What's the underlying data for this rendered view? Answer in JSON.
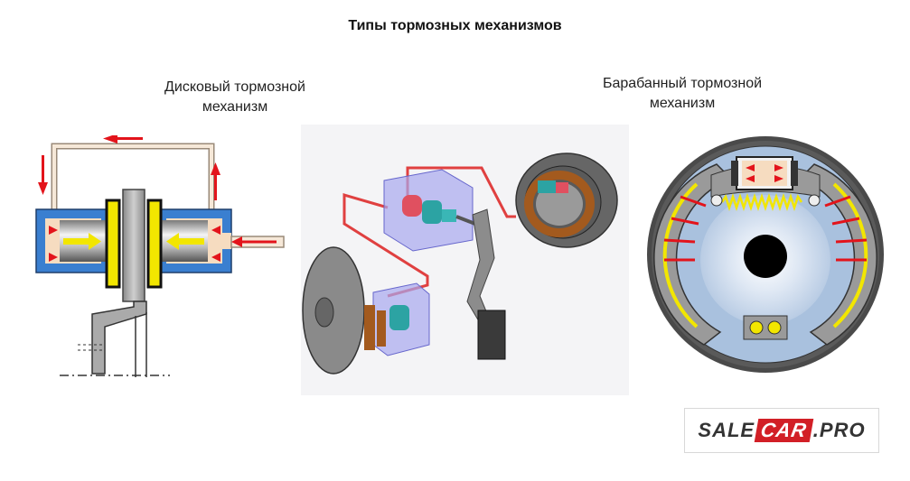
{
  "title": "Типы тормозных механизмов",
  "disc": {
    "caption_line1": "Дисковый тормозной",
    "caption_line2": "механизм"
  },
  "drum": {
    "caption_line1": "Барабанный тормозной",
    "caption_line2": "механизм"
  },
  "logo": {
    "part_a": "SALE",
    "part_b": "CAR",
    "part_c": ".PRO"
  },
  "colors": {
    "housing_blue": "#3a7fd0",
    "fluid_tan": "#f6dcc0",
    "pad_yellow": "#f2e600",
    "arrow_red": "#e3141b",
    "hydraulic_line": "#e04040",
    "drum_plate": "#a9c1de",
    "brand_red": "#d21f26"
  }
}
